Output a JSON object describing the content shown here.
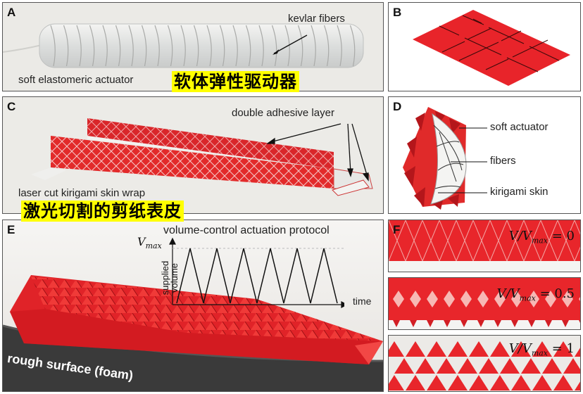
{
  "panels": {
    "A": {
      "label": "A",
      "actuator_label": "soft elastomeric actuator",
      "fibers_label": "kevlar fibers",
      "cn_caption": "软体弹性驱动器"
    },
    "B": {
      "label": "B"
    },
    "C": {
      "label": "C",
      "adhesive_label": "double adhesive layer",
      "skin_label": "laser cut kirigami skin wrap",
      "cn_caption": "激光切割的剪纸表皮"
    },
    "D": {
      "label": "D",
      "soft_actuator": "soft actuator",
      "fibers": "fibers",
      "kirigami_skin": "kirigami skin"
    },
    "E": {
      "label": "E",
      "protocol_title": "volume-control actuation protocol",
      "surface_label": "rough surface (foam)",
      "ymax_label": "V",
      "ymax_sub": "max",
      "ylabel_line1": "supplied",
      "ylabel_line2": "volume",
      "xlabel": "time"
    },
    "F": {
      "label": "F",
      "rows": [
        {
          "lhs": "V/V",
          "sub": "max",
          "rhs": " = 0"
        },
        {
          "lhs": "V/V",
          "sub": "max",
          "rhs": " = 0.5"
        },
        {
          "lhs": "V/V",
          "sub": "max",
          "rhs": " = 1"
        }
      ]
    }
  },
  "colors": {
    "skin_red": "#e8242a",
    "dark_red": "#b3141a",
    "highlight": "#ffff00",
    "foam": "#3a3a3a"
  },
  "chart_data": {
    "type": "line",
    "title": "volume-control actuation protocol",
    "xlabel": "time",
    "ylabel": "supplied volume",
    "ytick_labels": [
      "V_max"
    ],
    "series": [
      {
        "x": [
          0,
          0.5,
          1,
          1.5,
          2,
          2.5,
          3,
          3.5,
          4,
          4.5,
          5,
          5.5,
          6
        ],
        "y": [
          0,
          1,
          0,
          1,
          0,
          1,
          0,
          1,
          0,
          1,
          0,
          1,
          0
        ]
      }
    ],
    "ylim": [
      0,
      1
    ]
  }
}
